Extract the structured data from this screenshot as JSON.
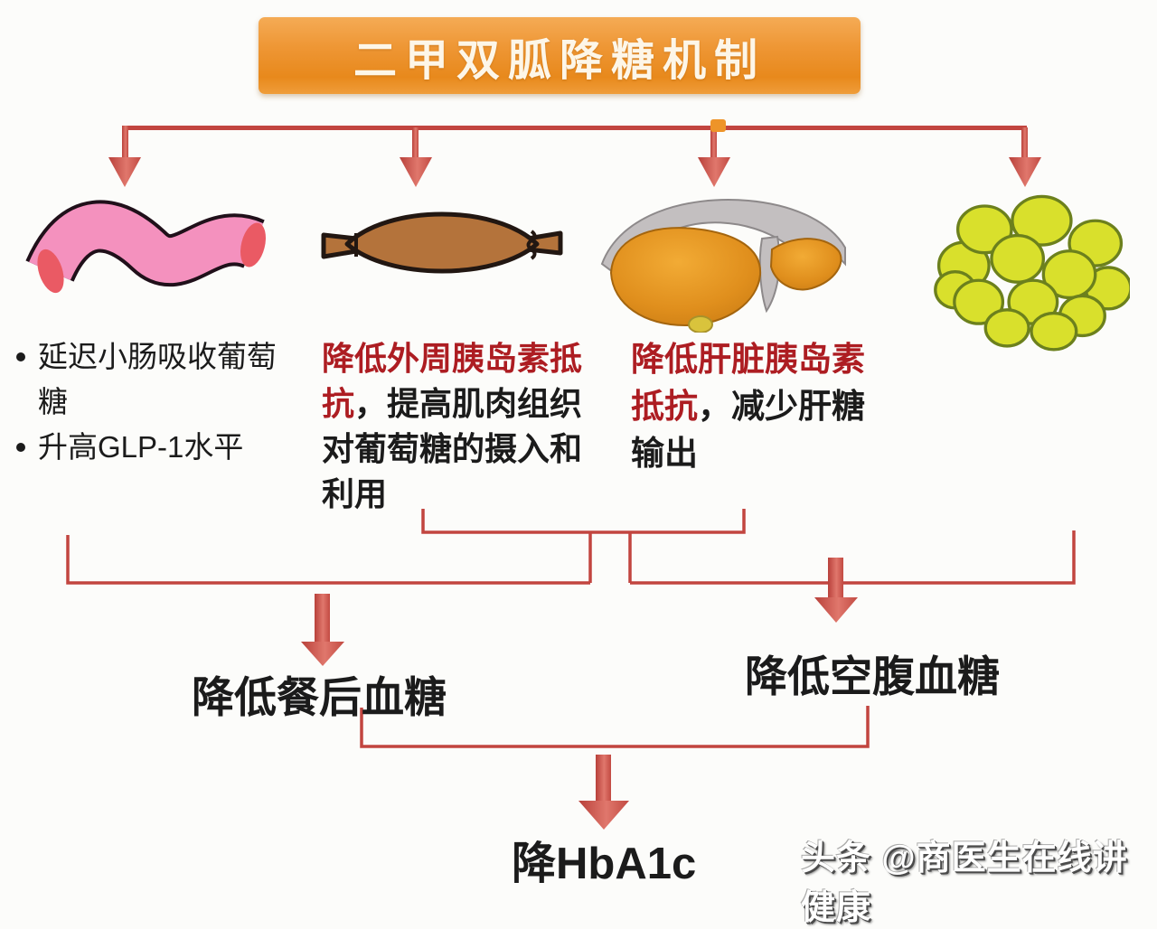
{
  "title": "二甲双胍降糖机制",
  "branches": {
    "intestine": {
      "icon": "intestine-icon",
      "bullets": [
        "延迟小肠吸收葡萄糖",
        "升高GLP-1水平"
      ]
    },
    "muscle": {
      "icon": "muscle-icon",
      "text_red": "降低外周胰岛素抵抗",
      "text_black": "，提高肌肉组织对葡萄糖的摄入和利用"
    },
    "liver": {
      "icon": "liver-icon",
      "text_red": "降低肝脏胰岛素抵抗",
      "text_black": "，减少肝糖输出"
    },
    "fat": {
      "icon": "fat-cells-icon"
    }
  },
  "outcomes": {
    "postprandial": "降低餐后血糖",
    "fasting": "降低空腹血糖",
    "final": "降HbA1c"
  },
  "watermark": "头条 @商医生在线讲健康",
  "colors": {
    "banner_orange": "#ee9634",
    "connector_red": "#c2453f",
    "emphasis_red_text": "#ad1d22",
    "body_text": "#1b1b1b",
    "intestine_pink": "#f491be",
    "muscle_brown": "#b4733b",
    "liver_orange": "#e59120",
    "fat_yellow": "#d9e02c",
    "junction_dot_orange": "#ee9429"
  }
}
